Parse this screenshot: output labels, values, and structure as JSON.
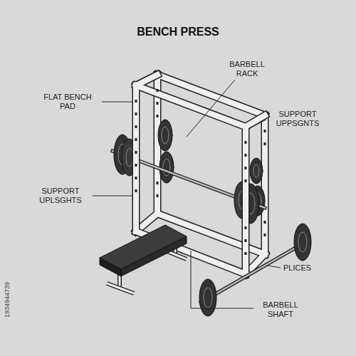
{
  "diagram": {
    "title": "BENCH PRESS",
    "labels": [
      "FLAT BENCH PAD",
      "BARBELL RACK",
      "SUPPORT UPPSGNTS",
      "SUPPORT UPLSGHTS",
      "PLICES",
      "BARBELL SHAFT",
      "1934944739"
    ]
  }
}
